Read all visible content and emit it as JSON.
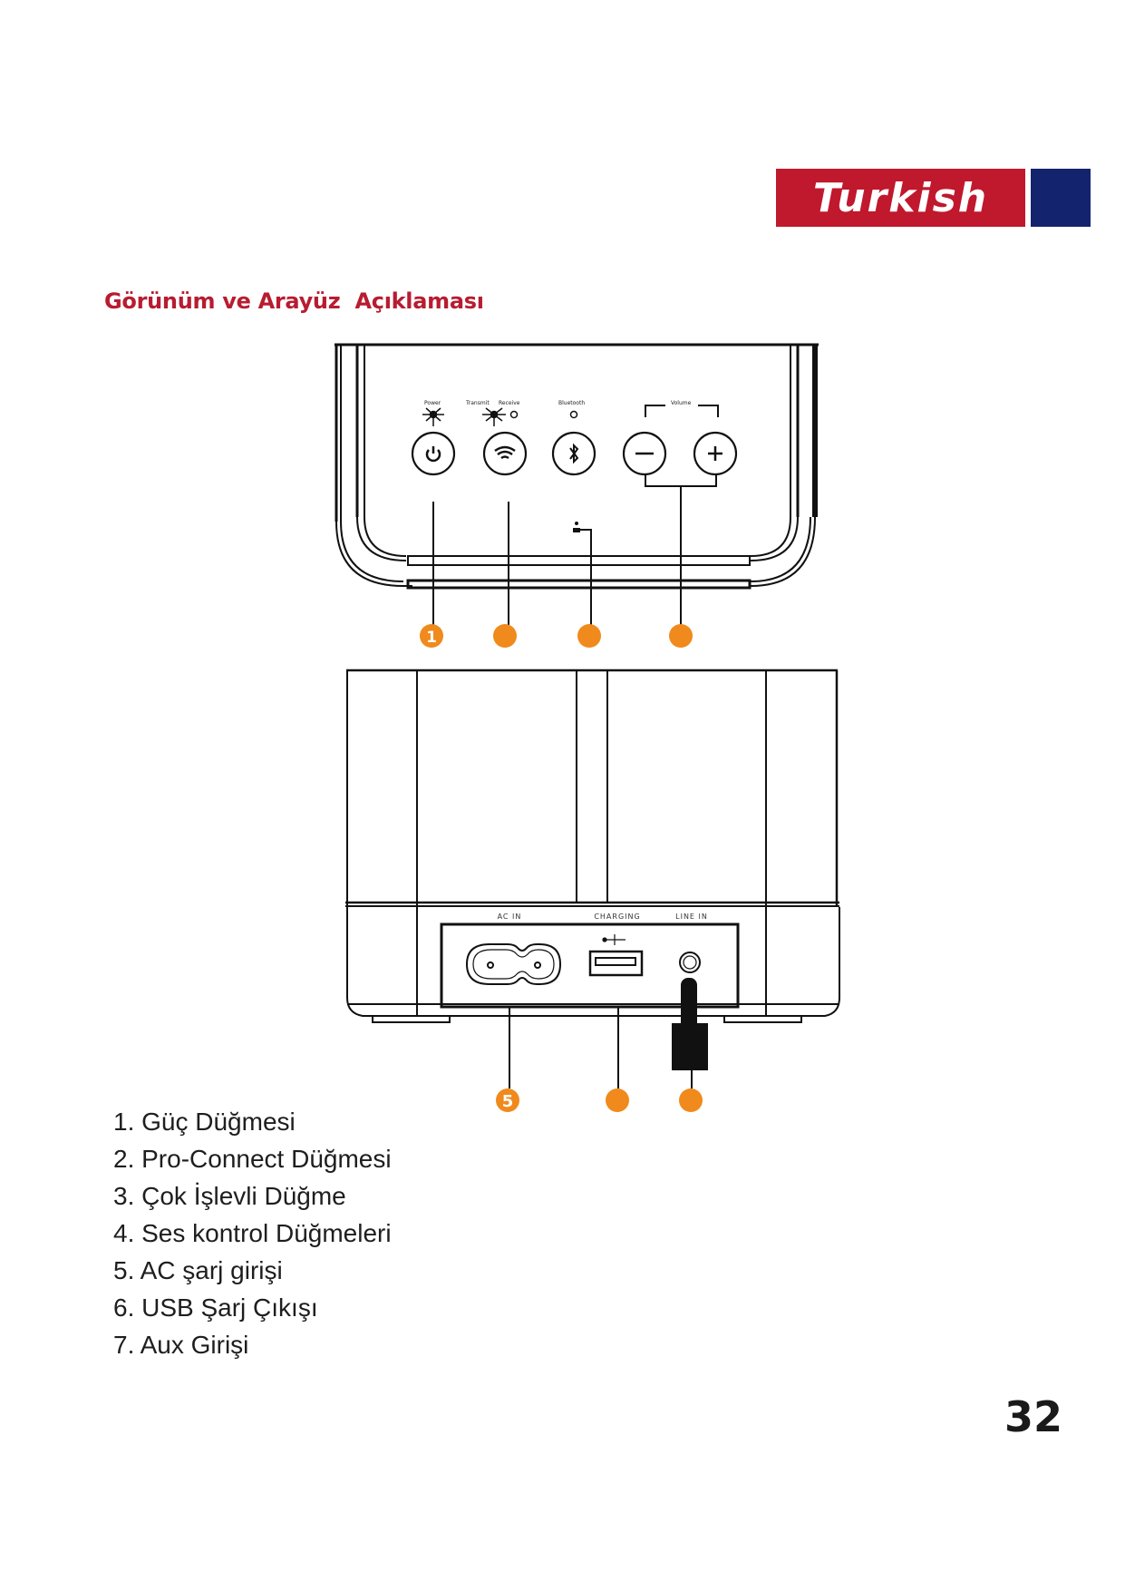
{
  "header": {
    "brand_logo_text": "Turkish",
    "brand_colors": {
      "red": "#c0182d",
      "blue": "#13236e"
    }
  },
  "section": {
    "title": "Görünüm ve Arayüz  Açıklaması",
    "title_color": "#b81c30"
  },
  "diagram": {
    "top_view": {
      "indicator_labels": [
        "Power",
        "Transmit",
        "Receive",
        "Bluetooth",
        "Volume"
      ],
      "buttons": [
        {
          "name": "power",
          "icon": "power-icon"
        },
        {
          "name": "pro-connect",
          "icon": "wifi-icon"
        },
        {
          "name": "bluetooth",
          "icon": "bluetooth-icon"
        },
        {
          "name": "volume-down",
          "icon": "minus-icon"
        },
        {
          "name": "volume-up",
          "icon": "plus-icon"
        }
      ],
      "callouts": [
        "1",
        "",
        "",
        ""
      ]
    },
    "rear_view": {
      "port_labels": [
        "AC IN",
        "CHARGING",
        "LINE IN"
      ],
      "callouts": [
        "5",
        "",
        ""
      ]
    },
    "callout_color": "#f08a1c"
  },
  "legend": {
    "items": [
      "1. Güç Düğmesi",
      "2. Pro-Connect Düğmesi",
      "3. Çok İşlevli Düğme",
      "4. Ses kontrol Düğmeleri",
      "5. AC şarj girişi",
      "6. USB Şarj Çıkışı",
      "7. Aux Girişi"
    ]
  },
  "footer": {
    "page_number": "32"
  }
}
